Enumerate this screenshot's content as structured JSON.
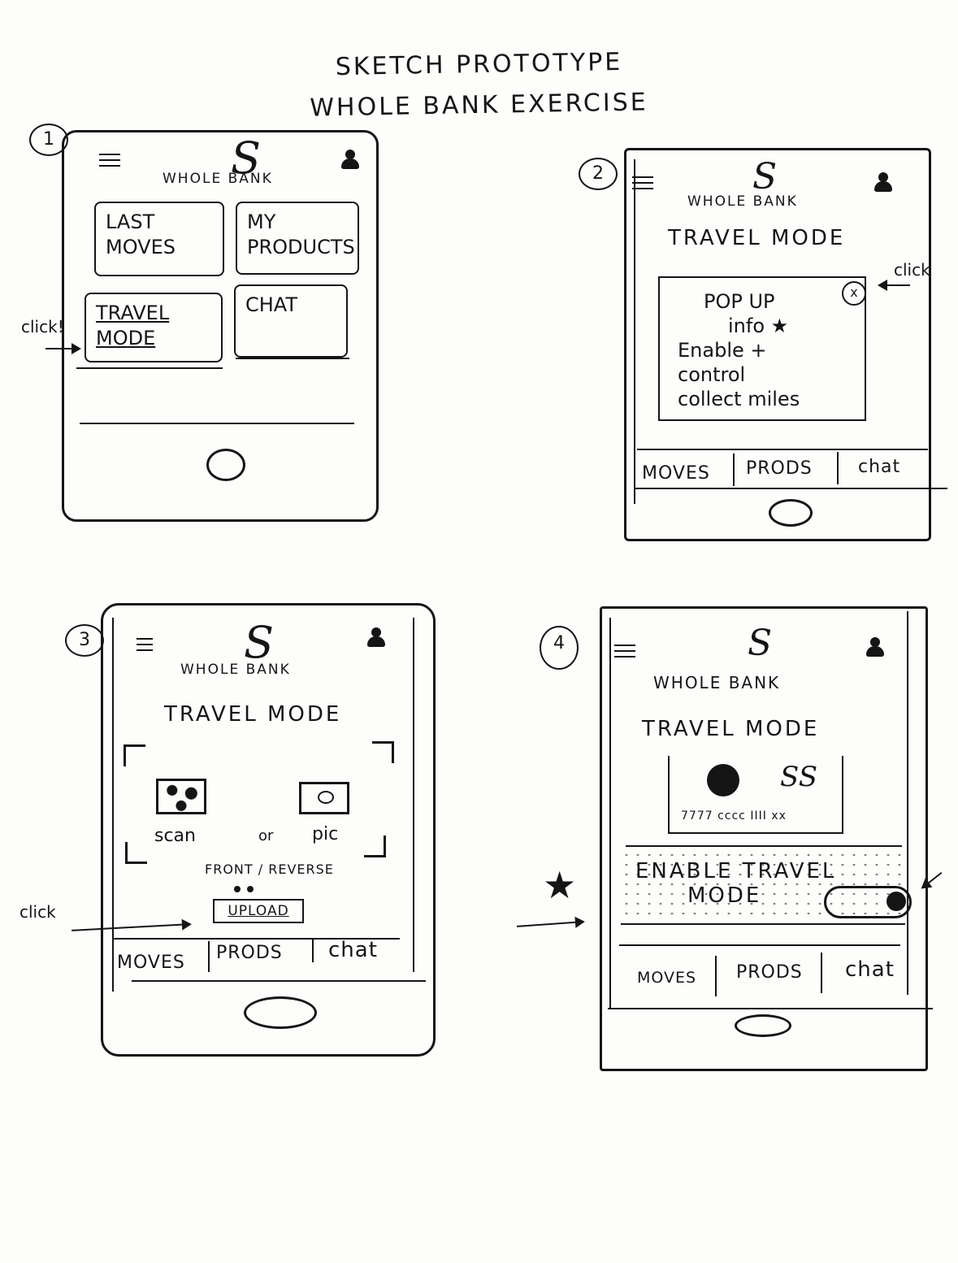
{
  "title": {
    "line1": "SKETCH PROTOTYPE",
    "line2": "WHOLE BANK EXERCISE"
  },
  "logo_mark": "S",
  "frame1": {
    "number": "1",
    "brand": "WHOLE BANK",
    "tiles": {
      "last_moves": "LAST MOVES",
      "my_products": "MY PRODUCTS",
      "travel_mode": "TRAVEL MODE",
      "chat": "CHAT"
    },
    "click_note": "click!"
  },
  "frame2": {
    "number": "2",
    "brand": "WHOLE BANK",
    "heading": "TRAVEL MODE",
    "popup": {
      "line1": "POP UP",
      "line2": "info ★",
      "line3": "Enable +",
      "line4": "control",
      "line5": "collect miles",
      "close": "x"
    },
    "click_note": "click",
    "tabs": [
      "MOVES",
      "PRODS",
      "chat"
    ]
  },
  "frame3": {
    "number": "3",
    "brand": "WHOLE BANK",
    "heading": "TRAVEL MODE",
    "scan_label": "scan",
    "or_label": "or",
    "pic_label": "pic",
    "front_reverse": "FRONT / REVERSE",
    "upload": "UPLOAD",
    "click_note": "click",
    "tabs": [
      "MOVES",
      "PRODS",
      "chat"
    ]
  },
  "frame4": {
    "number": "4",
    "brand": "WHOLE BANK",
    "heading": "TRAVEL MODE",
    "card_number": "7777  cccc  IIII  xx",
    "card_logo": "SS",
    "enable_line1": "ENABLE TRAVEL",
    "enable_line2": "MODE",
    "tabs": [
      "MOVES",
      "PRODS",
      "chat"
    ]
  }
}
